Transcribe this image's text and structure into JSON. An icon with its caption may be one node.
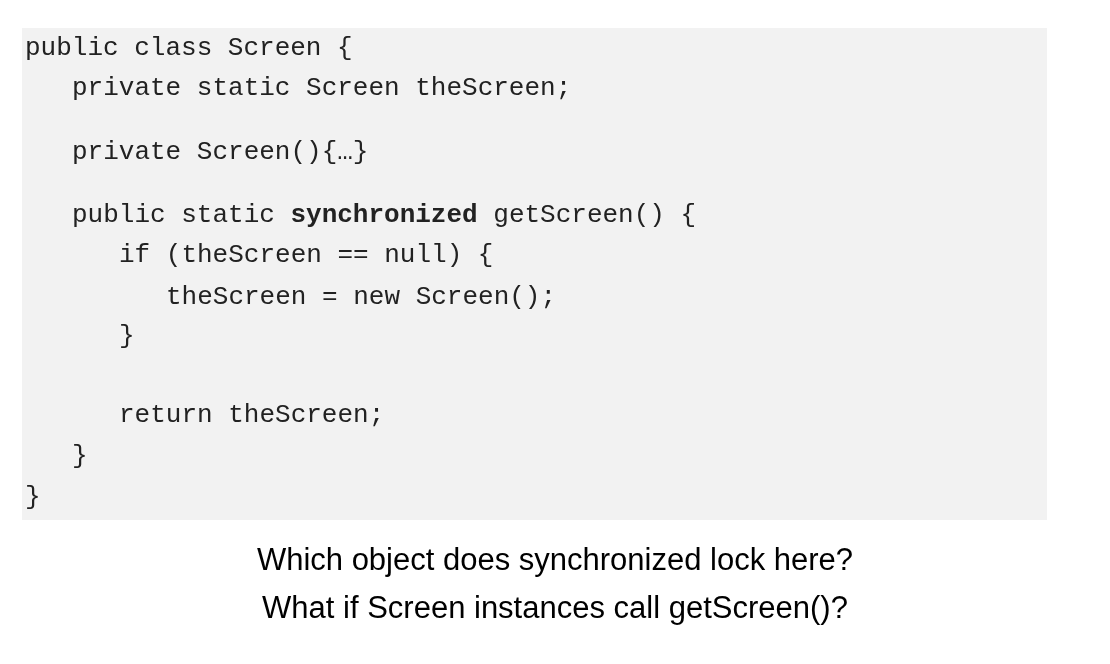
{
  "diagram": {
    "labels": [
      "public class Screen {",
      "private static Screen theScreen;",
      "private Screen(){…}",
      "public static **synchronized** getScreen() {",
      "if (theScreen == null) {",
      "theScreen = new Screen();",
      "}",
      "return theScreen;",
      "}",
      "}",
      "Which object does synchronized lock here?",
      "What if Screen instances call getScreen()?"
    ]
  }
}
